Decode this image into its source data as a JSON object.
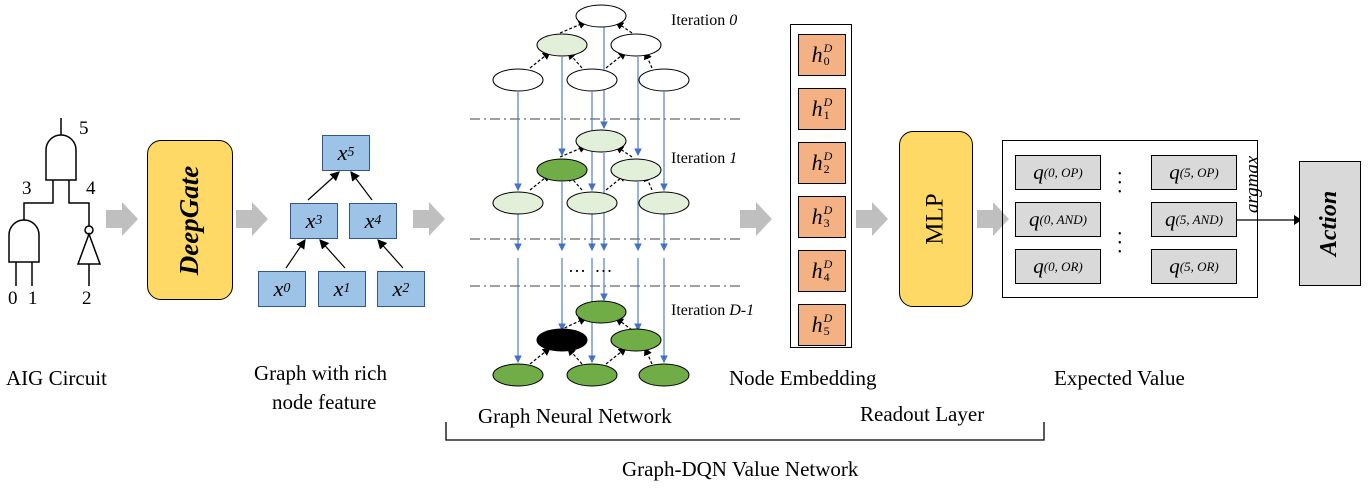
{
  "captions": {
    "aig": "AIG Circuit",
    "graph_line1": "Graph with rich",
    "graph_line2": "node feature",
    "gnn": "Graph Neural Network",
    "embedding": "Node Embedding",
    "readout": "Readout Layer",
    "expected": "Expected Value",
    "value_network": "Graph-DQN Value Network"
  },
  "circuit_labels": [
    "5",
    "3",
    "4",
    "0",
    "1",
    "2"
  ],
  "deepgate_label": "DeepGate",
  "graph_nodes": [
    {
      "base": "x",
      "sub": "5"
    },
    {
      "base": "x",
      "sub": "3"
    },
    {
      "base": "x",
      "sub": "4"
    },
    {
      "base": "x",
      "sub": "0"
    },
    {
      "base": "x",
      "sub": "1"
    },
    {
      "base": "x",
      "sub": "2"
    }
  ],
  "iterations": [
    {
      "prefix": "Iteration ",
      "index": "0"
    },
    {
      "prefix": "Iteration ",
      "index": "1"
    },
    {
      "prefix": "Iteration ",
      "index": "D-1"
    }
  ],
  "ellipsis": "… …",
  "embeddings": [
    {
      "base": "h",
      "sup": "D",
      "sub": "0"
    },
    {
      "base": "h",
      "sup": "D",
      "sub": "1"
    },
    {
      "base": "h",
      "sup": "D",
      "sub": "2"
    },
    {
      "base": "h",
      "sup": "D",
      "sub": "3"
    },
    {
      "base": "h",
      "sup": "D",
      "sub": "4"
    },
    {
      "base": "h",
      "sup": "D",
      "sub": "5"
    }
  ],
  "mlp_label": "MLP",
  "q_values": [
    {
      "base": "q",
      "sub": "(0, OP)"
    },
    {
      "base": "q",
      "sub": "(0, AND)"
    },
    {
      "base": "q",
      "sub": "(0, OR)"
    },
    {
      "base": "q",
      "sub": "(5, OP)"
    },
    {
      "base": "q",
      "sub": "(5, AND)"
    },
    {
      "base": "q",
      "sub": "(5, OR)"
    }
  ],
  "dots": "•\n•\n•",
  "argmax_label": "argmax",
  "action_label": "Action",
  "colors": {
    "deepgate_fill": "#ffd966",
    "graph_node_fill": "#9dc3e6",
    "embedding_fill": "#f4b183",
    "q_fill": "#d9d9d9",
    "gnn_light": "#e2f0d9",
    "gnn_medium": "#70ad47",
    "gnn_dark": "#000000",
    "flow_arrow": "#bfbfbf",
    "gnn_arrow": "#4472c4"
  }
}
